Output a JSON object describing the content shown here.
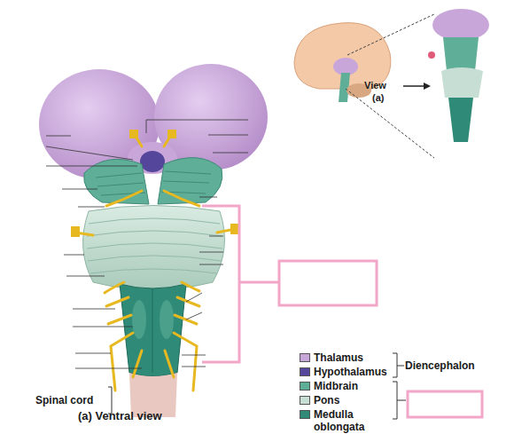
{
  "diagram": {
    "caption": "(a) Ventral view",
    "labels": [
      "Diencephalon",
      "Spinal cord",
      "View",
      "(a)"
    ],
    "legend": [
      {
        "text": "Thalamus",
        "color": "#c9a6d9"
      },
      {
        "text": "Hypothalamus",
        "color": "#54469a"
      },
      {
        "text": "Midbrain",
        "color": "#5fae98"
      },
      {
        "text": "Pons",
        "color": "#c6ded3"
      },
      {
        "text": "Medulla oblongata",
        "color": "#2f8a77"
      }
    ]
  }
}
